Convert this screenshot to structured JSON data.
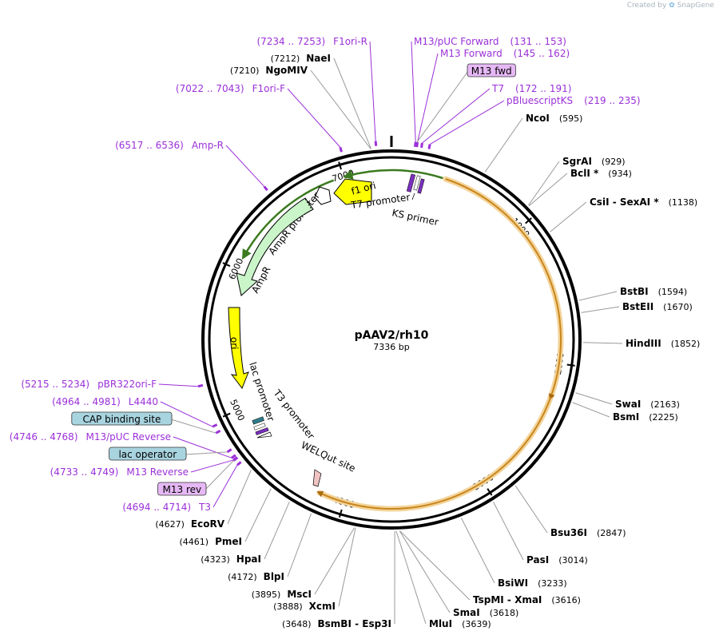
{
  "credit": {
    "prefix": "Created by",
    "brand": "SnapGene"
  },
  "plasmid": {
    "name": "pAAV2/rh10",
    "size_label": "7336 bp",
    "length": 7336
  },
  "ticks": [
    {
      "pos": 1000,
      "label": "1000"
    },
    {
      "pos": 2000,
      "label": "2000"
    },
    {
      "pos": 3000,
      "label": "3000"
    },
    {
      "pos": 4000,
      "label": "4000"
    },
    {
      "pos": 5000,
      "label": "5000"
    },
    {
      "pos": 6000,
      "label": "6000"
    },
    {
      "pos": 7000,
      "label": "7000"
    }
  ],
  "enzymes": [
    {
      "name": "NcoI",
      "pos": 595,
      "label": "(595)"
    },
    {
      "name": "SgrAI",
      "pos": 929,
      "label": "(929)"
    },
    {
      "name": "BclI *",
      "pos": 934,
      "label": "(934)"
    },
    {
      "name": "CsiI  - SexAI *",
      "pos": 1138,
      "label": "(1138)"
    },
    {
      "name": "BstBI",
      "pos": 1594,
      "label": "(1594)"
    },
    {
      "name": "BstEII",
      "pos": 1670,
      "label": "(1670)"
    },
    {
      "name": "HindIII",
      "pos": 1852,
      "label": "(1852)"
    },
    {
      "name": "SwaI",
      "pos": 2163,
      "label": "(2163)"
    },
    {
      "name": "BsmI",
      "pos": 2225,
      "label": "(2225)"
    },
    {
      "name": "Bsu36I",
      "pos": 2847,
      "label": "(2847)"
    },
    {
      "name": "PasI",
      "pos": 3014,
      "label": "(3014)"
    },
    {
      "name": "BsiWI",
      "pos": 3233,
      "label": "(3233)"
    },
    {
      "name": "TspMI  - XmaI",
      "pos": 3616,
      "label": "(3616)"
    },
    {
      "name": "SmaI",
      "pos": 3618,
      "label": "(3618)"
    },
    {
      "name": "MluI",
      "pos": 3639,
      "label": "(3639)"
    },
    {
      "name": "BsmBI  - Esp3I",
      "pos": 3648,
      "label": "(3648)"
    },
    {
      "name": "XcmI",
      "pos": 3888,
      "label": "(3888)"
    },
    {
      "name": "MscI",
      "pos": 3895,
      "label": "(3895)"
    },
    {
      "name": "BlpI",
      "pos": 4172,
      "label": "(4172)"
    },
    {
      "name": "HpaI",
      "pos": 4323,
      "label": "(4323)"
    },
    {
      "name": "PmeI",
      "pos": 4461,
      "label": "(4461)"
    },
    {
      "name": "EcoRV",
      "pos": 4627,
      "label": "(4627)"
    },
    {
      "name": "NgoMIV",
      "pos": 7210,
      "label": "(7210)"
    },
    {
      "name": "NaeI",
      "pos": 7212,
      "label": "(7212)"
    }
  ],
  "primers": [
    {
      "name": "M13/pUC Forward",
      "range": "(131 .. 153)",
      "pos": 142
    },
    {
      "name": "M13 Forward",
      "range": "(145 .. 162)",
      "pos": 153
    },
    {
      "name": "M13 fwd",
      "range": "",
      "pos": 150,
      "boxed": true,
      "box_color": "#e6b8f5"
    },
    {
      "name": "T7",
      "range": "(172 .. 191)",
      "pos": 181
    },
    {
      "name": "pBluescriptKS",
      "range": "(219 .. 235)",
      "pos": 227
    },
    {
      "name": "F1ori-R",
      "range": "(7234 .. 7253)",
      "pos": 7243
    },
    {
      "name": "F1ori-F",
      "range": "(7022 .. 7043)",
      "pos": 7032
    },
    {
      "name": "Amp-R",
      "range": "(6517 .. 6536)",
      "pos": 6526
    },
    {
      "name": "pBR322ori-F",
      "range": "(5215 .. 5234)",
      "pos": 5224
    },
    {
      "name": "L4440",
      "range": "(4964 .. 4981)",
      "pos": 4972
    },
    {
      "name": "CAP binding site",
      "range": "",
      "pos": 4930,
      "boxed": true,
      "box_color": "#a8d4e0"
    },
    {
      "name": "M13/pUC Reverse",
      "range": "(4746 .. 4768)",
      "pos": 4757
    },
    {
      "name": "lac operator",
      "range": "",
      "pos": 4800,
      "boxed": true,
      "box_color": "#a8d4e0"
    },
    {
      "name": "M13 Reverse",
      "range": "(4733 .. 4749)",
      "pos": 4741
    },
    {
      "name": "M13 rev",
      "range": "",
      "pos": 4738,
      "boxed": true,
      "box_color": "#e6b8f5"
    },
    {
      "name": "T3",
      "range": "(4694 .. 4714)",
      "pos": 4704
    }
  ],
  "features": {
    "f1_ori": "f1 ori",
    "ampr_promoter": "AmpR promoter",
    "ampr": "AmpR",
    "ori": "ori",
    "t7_promoter": "T7 promoter",
    "ks_primer": "KS primer",
    "lac_promoter": "lac promoter",
    "t3_promoter": "T3 promoter",
    "welqut": "WELQut site"
  },
  "colors": {
    "backbone": "#000000",
    "primer": "#9b30d9",
    "insert": "#e8a33c",
    "marker_arrow": "#3a7a1e",
    "ori_fill": "#ffff00",
    "ampr_fill": "#c9f5c9"
  }
}
